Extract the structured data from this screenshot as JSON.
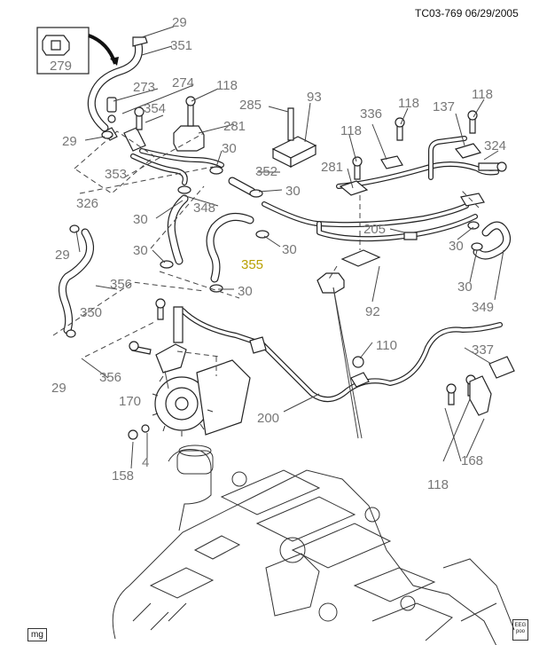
{
  "header": {
    "diagram_code": "TC03-769",
    "date": "06/29/2005"
  },
  "footer": {
    "code": "mg",
    "icon_label": "EEG\npoo"
  },
  "callouts": {
    "c29_top": "29",
    "c351": "351",
    "c279": "279",
    "c273": "273",
    "c274": "274",
    "c118_a": "118",
    "c285": "285",
    "c93": "93",
    "c118_b": "118",
    "c118_c": "118",
    "c354": "354",
    "c281_a": "281",
    "c336": "336",
    "c137": "137",
    "c29_left": "29",
    "c30_a": "30",
    "c118_d": "118",
    "c324": "324",
    "c353": "353",
    "c352": "352",
    "c281_b": "281",
    "c326": "326",
    "c30_b": "30",
    "c348": "348",
    "c30_c": "30",
    "c205": "205",
    "c30_d": "30",
    "c29_mid": "29",
    "c30_e": "30",
    "c30_f": "30",
    "c355": "355",
    "c30_g": "30",
    "c30_h": "30",
    "c92": "92",
    "c349": "349",
    "c356_a": "356",
    "c350": "350",
    "c110": "110",
    "c337": "337",
    "c356_b": "356",
    "c29_bottom": "29",
    "c170": "170",
    "c200": "200",
    "c168": "168",
    "c158": "158",
    "c4": "4",
    "c118_e": "118"
  }
}
